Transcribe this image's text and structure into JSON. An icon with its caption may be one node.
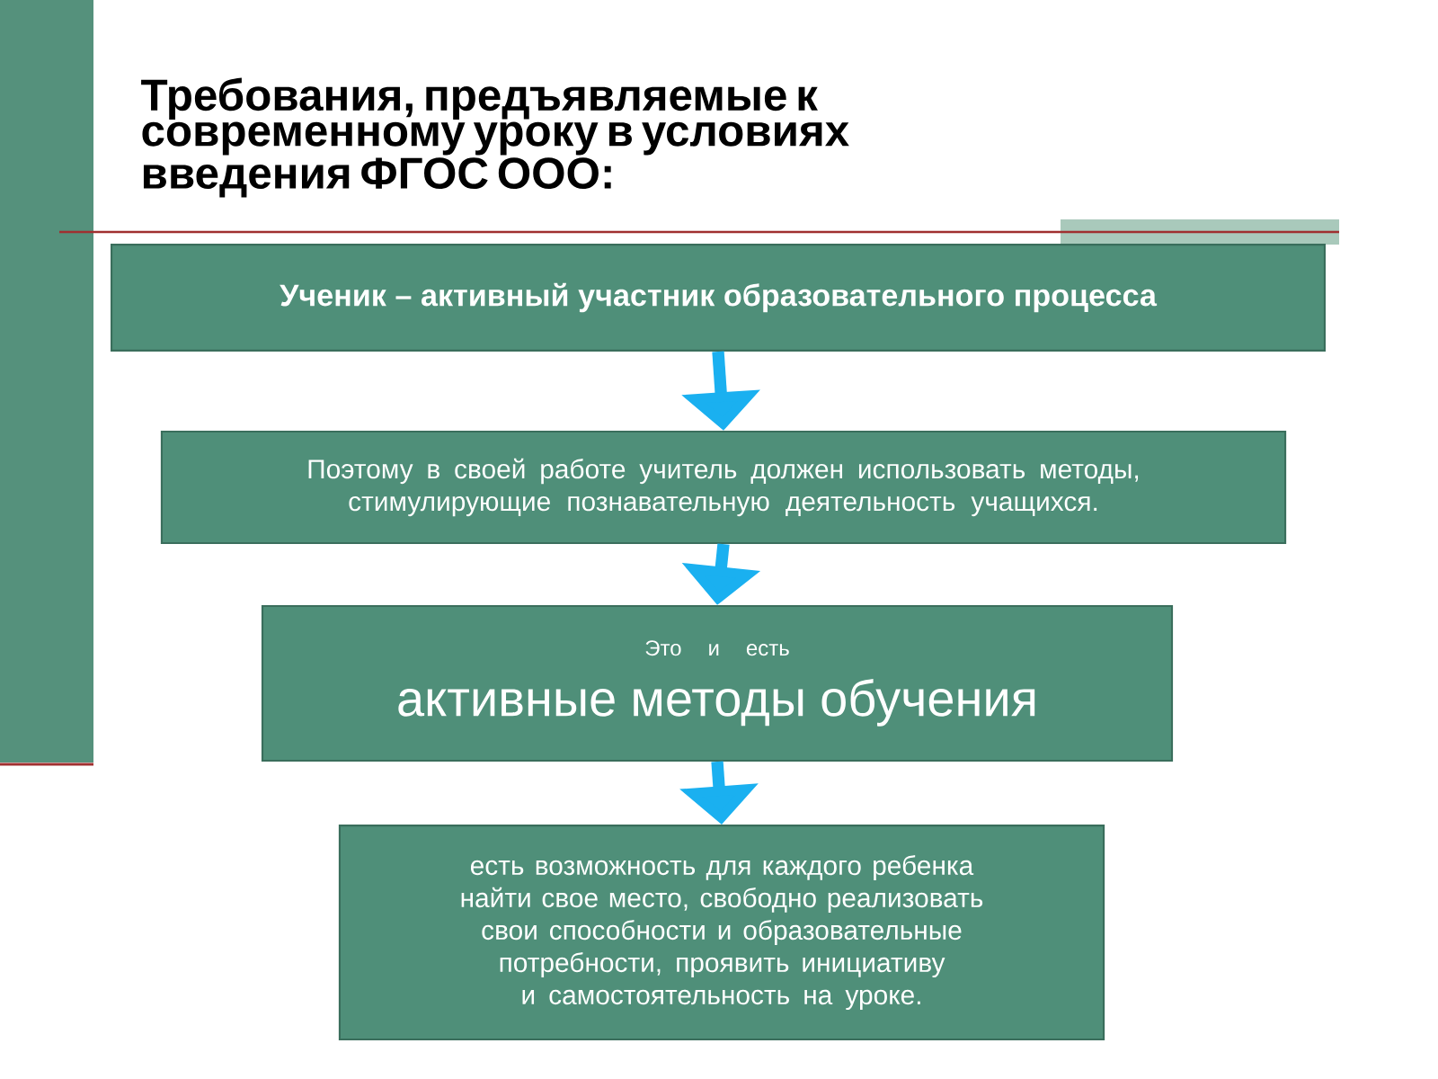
{
  "diagram": {
    "title": "Требования, предъявляемые к современному уроку в условиях введения ФГОС ООО:",
    "nodes": [
      {
        "text": [
          "Ученик – активный участник образовательного процесса"
        ]
      },
      {
        "text": [
          "Поэтому в своей работе учитель должен использовать методы, стимулирующие познавательную деятельность учащихся."
        ]
      },
      {
        "text": [
          "Это и есть",
          "активные методы обучения"
        ]
      },
      {
        "text": [
          "есть возможность для каждого ребенка найти свое место, свободно реализовать свои способности и образовательные потребности, проявить инициативу и самостоятельность на уроке."
        ]
      }
    ],
    "edges": [
      {
        "from": 0,
        "to": 1,
        "arrow": "to"
      },
      {
        "from": 1,
        "to": 2,
        "arrow": "to"
      },
      {
        "from": 2,
        "to": 3,
        "arrow": "to"
      }
    ]
  }
}
